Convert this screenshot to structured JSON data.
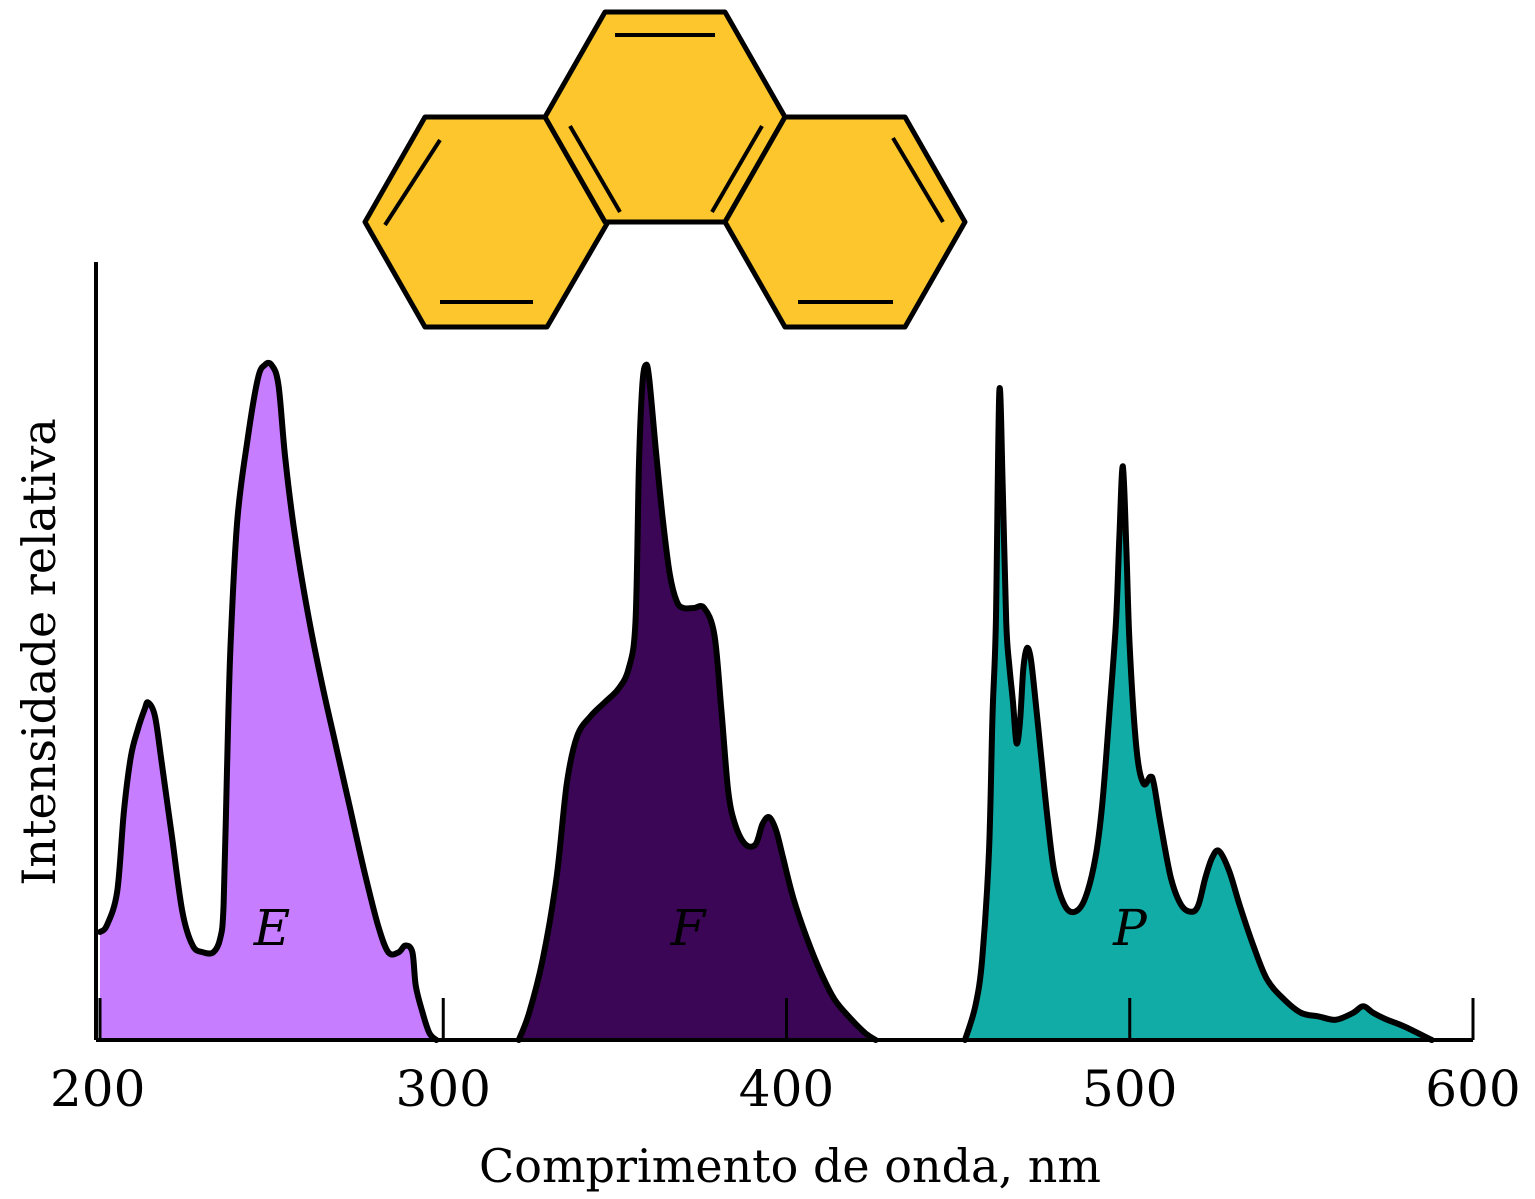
{
  "chart_data": {
    "type": "area",
    "xlabel": "Comprimento de onda, nm",
    "ylabel": "Intensidade relativa",
    "xlim": [
      200,
      600
    ],
    "ylim": [
      0,
      1
    ],
    "x_ticks": [
      200,
      300,
      400,
      500,
      600
    ],
    "x_tick_labels": [
      "200",
      "300",
      "400",
      "500",
      "600"
    ],
    "grid": false,
    "legend": "none",
    "series": [
      {
        "name": "E",
        "color": "#c77dff",
        "points": [
          [
            200,
            0.16
          ],
          [
            202,
            0.17
          ],
          [
            205,
            0.22
          ],
          [
            207,
            0.34
          ],
          [
            209,
            0.42
          ],
          [
            211,
            0.46
          ],
          [
            213,
            0.49
          ],
          [
            214,
            0.5
          ],
          [
            216,
            0.48
          ],
          [
            218,
            0.41
          ],
          [
            221,
            0.3
          ],
          [
            224,
            0.19
          ],
          [
            227,
            0.14
          ],
          [
            230,
            0.13
          ],
          [
            233,
            0.13
          ],
          [
            235,
            0.15
          ],
          [
            236,
            0.2
          ],
          [
            237,
            0.4
          ],
          [
            238,
            0.58
          ],
          [
            240,
            0.77
          ],
          [
            243,
            0.89
          ],
          [
            246,
            0.98
          ],
          [
            248,
            1.0
          ],
          [
            250,
            1.0
          ],
          [
            252,
            0.97
          ],
          [
            254,
            0.86
          ],
          [
            257,
            0.74
          ],
          [
            261,
            0.62
          ],
          [
            265,
            0.52
          ],
          [
            269,
            0.43
          ],
          [
            273,
            0.34
          ],
          [
            277,
            0.25
          ],
          [
            281,
            0.17
          ],
          [
            284,
            0.13
          ],
          [
            287,
            0.13
          ],
          [
            289,
            0.14
          ],
          [
            291,
            0.13
          ],
          [
            292,
            0.08
          ],
          [
            294,
            0.04
          ],
          [
            296,
            0.01
          ],
          [
            298,
            0.0
          ]
        ]
      },
      {
        "name": "F",
        "color": "#3c0657",
        "points": [
          [
            322,
            0.0
          ],
          [
            325,
            0.04
          ],
          [
            329,
            0.12
          ],
          [
            333,
            0.24
          ],
          [
            336,
            0.38
          ],
          [
            339,
            0.45
          ],
          [
            343,
            0.48
          ],
          [
            347,
            0.5
          ],
          [
            351,
            0.52
          ],
          [
            354,
            0.55
          ],
          [
            356,
            0.62
          ],
          [
            357,
            0.85
          ],
          [
            358,
            0.97
          ],
          [
            359,
            1.0
          ],
          [
            360,
            0.98
          ],
          [
            362,
            0.87
          ],
          [
            364,
            0.77
          ],
          [
            366,
            0.69
          ],
          [
            368,
            0.65
          ],
          [
            370,
            0.64
          ],
          [
            373,
            0.64
          ],
          [
            376,
            0.64
          ],
          [
            379,
            0.6
          ],
          [
            381,
            0.49
          ],
          [
            383,
            0.37
          ],
          [
            385,
            0.32
          ],
          [
            388,
            0.29
          ],
          [
            391,
            0.29
          ],
          [
            393,
            0.32
          ],
          [
            395,
            0.33
          ],
          [
            397,
            0.31
          ],
          [
            399,
            0.27
          ],
          [
            402,
            0.21
          ],
          [
            406,
            0.15
          ],
          [
            410,
            0.1
          ],
          [
            414,
            0.06
          ],
          [
            419,
            0.03
          ],
          [
            423,
            0.01
          ],
          [
            426,
            0.0
          ]
        ]
      },
      {
        "name": "P",
        "color": "#12aca7",
        "points": [
          [
            452,
            0.0
          ],
          [
            455,
            0.05
          ],
          [
            457,
            0.12
          ],
          [
            459,
            0.28
          ],
          [
            460,
            0.48
          ],
          [
            461,
            0.62
          ],
          [
            462,
            0.96
          ],
          [
            463,
            0.82
          ],
          [
            464,
            0.62
          ],
          [
            465,
            0.55
          ],
          [
            466,
            0.5
          ],
          [
            467,
            0.44
          ],
          [
            468,
            0.47
          ],
          [
            469,
            0.55
          ],
          [
            470,
            0.58
          ],
          [
            471,
            0.57
          ],
          [
            472,
            0.53
          ],
          [
            474,
            0.43
          ],
          [
            476,
            0.33
          ],
          [
            478,
            0.25
          ],
          [
            481,
            0.2
          ],
          [
            484,
            0.19
          ],
          [
            487,
            0.21
          ],
          [
            490,
            0.27
          ],
          [
            492,
            0.35
          ],
          [
            494,
            0.48
          ],
          [
            496,
            0.62
          ],
          [
            497,
            0.75
          ],
          [
            498,
            0.85
          ],
          [
            499,
            0.73
          ],
          [
            500,
            0.58
          ],
          [
            502,
            0.43
          ],
          [
            504,
            0.38
          ],
          [
            506,
            0.39
          ],
          [
            507,
            0.38
          ],
          [
            509,
            0.32
          ],
          [
            512,
            0.24
          ],
          [
            515,
            0.2
          ],
          [
            518,
            0.19
          ],
          [
            520,
            0.2
          ],
          [
            522,
            0.24
          ],
          [
            524,
            0.27
          ],
          [
            526,
            0.28
          ],
          [
            529,
            0.25
          ],
          [
            532,
            0.2
          ],
          [
            536,
            0.14
          ],
          [
            540,
            0.09
          ],
          [
            545,
            0.06
          ],
          [
            550,
            0.04
          ],
          [
            555,
            0.035
          ],
          [
            560,
            0.03
          ],
          [
            565,
            0.04
          ],
          [
            568,
            0.05
          ],
          [
            571,
            0.04
          ],
          [
            575,
            0.03
          ],
          [
            580,
            0.02
          ],
          [
            588,
            0.0
          ]
        ]
      }
    ]
  },
  "molecule": {
    "name_icon": "phenanthrene-structure-icon",
    "fill_color": "#fcc62c",
    "stroke_color": "#000000"
  }
}
